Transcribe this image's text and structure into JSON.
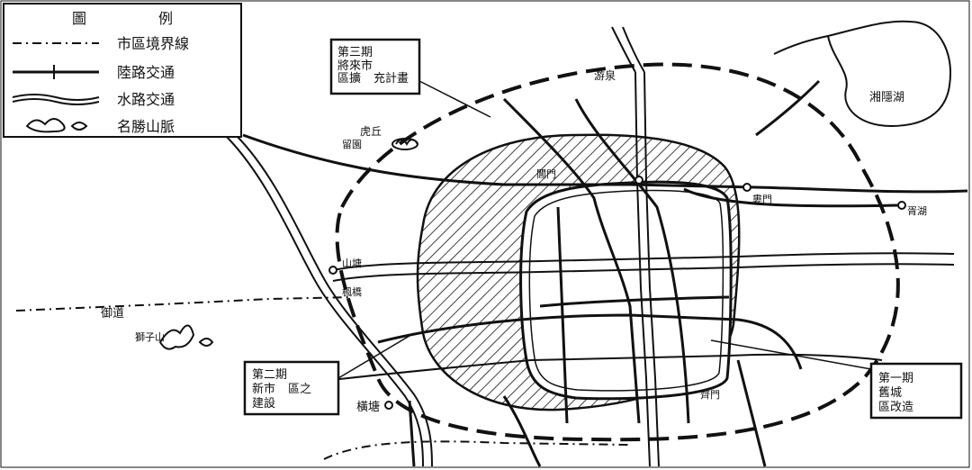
{
  "legend": {
    "title_left": "圖",
    "title_right": "例",
    "items": [
      {
        "label": "市區境界線"
      },
      {
        "label": "陸路交通"
      },
      {
        "label": "水路交通"
      },
      {
        "label": "名勝山脈"
      }
    ]
  },
  "places": {
    "lake": "湘隱湖",
    "tianyuan": "游泉",
    "huqiu": "虎丘",
    "liuyuan": "留園",
    "changmen": "閶門",
    "qimen": "齊門",
    "loumen": "婁門",
    "fengmen": "楓橋",
    "shantang": "山塘",
    "yudao": "御道",
    "shizishan": "獅子山",
    "hengtang": "橫塘",
    "xujia": "胥湖"
  },
  "callouts": {
    "phase3": [
      "第三期",
      "將來市",
      "區擴",
      "充計畫"
    ],
    "phase2": [
      "第二期",
      "新市",
      "區之",
      "建設"
    ],
    "phase1": [
      "第一期",
      "舊城",
      "區改造"
    ]
  },
  "colors": {
    "ink": "#111111",
    "paper": "#ffffff"
  }
}
